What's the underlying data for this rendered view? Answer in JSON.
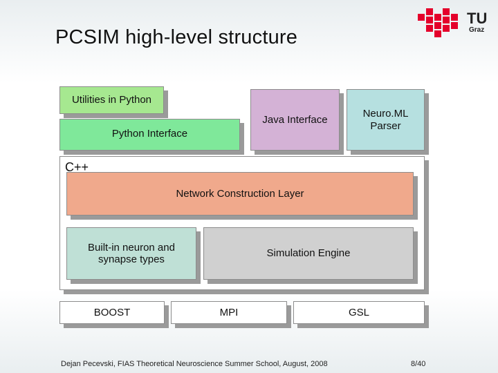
{
  "slide": {
    "title": "PCSIM high-level structure",
    "footer": "Dejan Pecevski, FIAS Theoretical Neuroscience Summer School, August, 2008",
    "page": "8/40"
  },
  "logo": {
    "icon": "tu-graz-logo",
    "accent": "#e4002b",
    "word": "TU",
    "sub": "Graz"
  },
  "diagram": {
    "utilities": "Utilities in Python",
    "python_interface": "Python Interface",
    "java_interface": "Java Interface",
    "neuroml_line1": "Neuro.ML",
    "neuroml_line2": "Parser",
    "cpp": "C++",
    "network_construction": "Network Construction Layer",
    "builtin_line1": "Built-in neuron and",
    "builtin_line2": "synapse types",
    "simulation_engine": "Simulation Engine",
    "boost": "BOOST",
    "mpi": "MPI",
    "gsl": "GSL"
  }
}
